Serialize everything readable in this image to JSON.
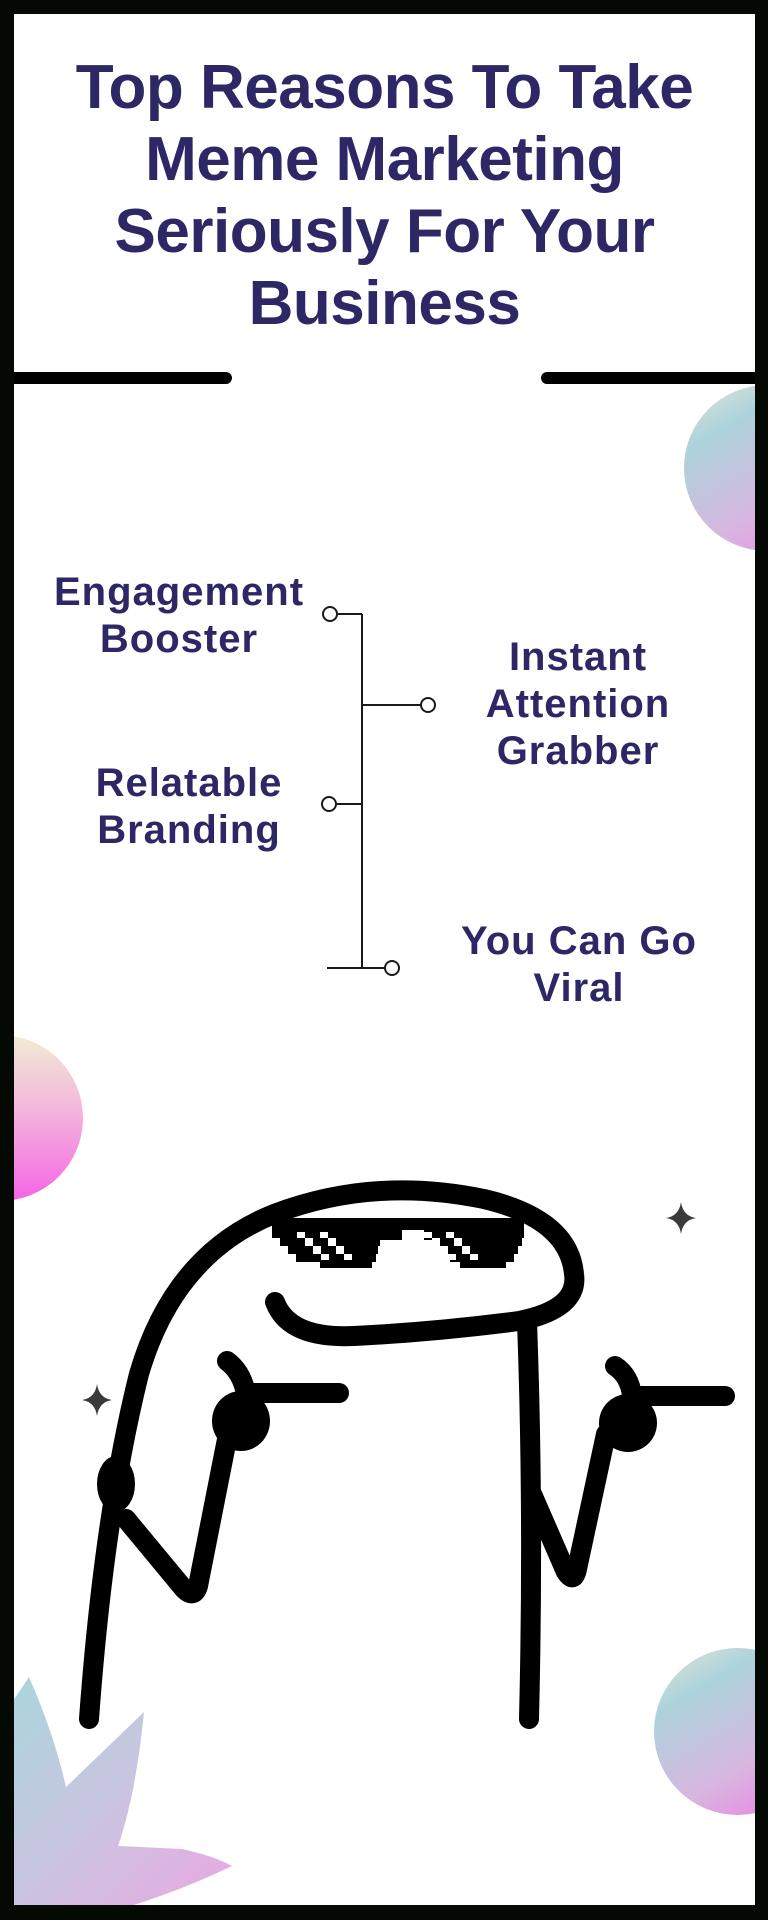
{
  "title": {
    "lines": [
      "Top Reasons To Take",
      "Meme Marketing",
      "Seriously For Your",
      "Business"
    ]
  },
  "diagram": {
    "type": "branching-timeline",
    "line_color": "#1a1a1a",
    "label_color": "#2d2766",
    "nodes": [
      {
        "id": 1,
        "side": "left",
        "lines": [
          "Engagement",
          "Booster"
        ]
      },
      {
        "id": 2,
        "side": "right",
        "lines": [
          "Instant",
          "Attention",
          "Grabber"
        ]
      },
      {
        "id": 3,
        "side": "left",
        "lines": [
          "Relatable",
          "Branding"
        ]
      },
      {
        "id": 4,
        "side": "right",
        "lines": [
          "You Can Go",
          "Viral"
        ]
      }
    ]
  },
  "illustration": {
    "subject": "stick-figure-meme-with-pixel-sunglasses",
    "pose": "both hands pointing right",
    "accessory": "deal-with-it-pixel-sunglasses",
    "sparkles": 2
  },
  "decorations": {
    "gradient_colors": [
      "#e8e4d6",
      "#acd3dc",
      "#d8b6e0",
      "#ee86e6"
    ],
    "blobs": [
      "top-right-circle",
      "middle-left-circle",
      "bottom-right-circle",
      "bottom-left-star"
    ]
  },
  "colors": {
    "frame": "#040904",
    "background": "#ffffff",
    "title": "#2d2766",
    "ink": "#000000",
    "sparkle": "#3a3a3a"
  }
}
